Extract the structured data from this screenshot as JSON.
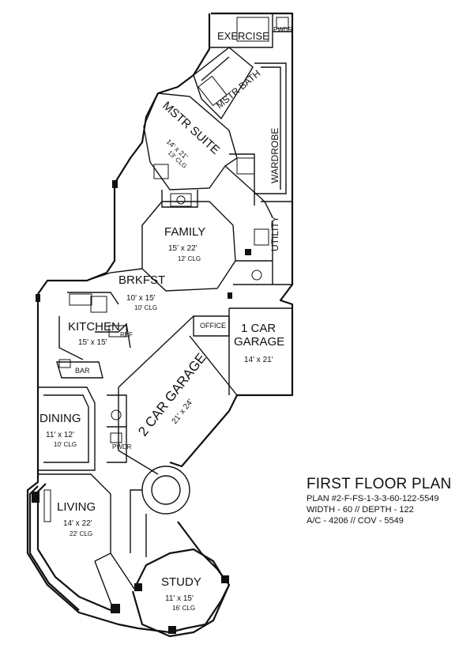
{
  "rooms": {
    "exercise": {
      "name": "EXERCISE"
    },
    "pwdr_top": {
      "name": "PWDR"
    },
    "mstr_bath": {
      "name": "MSTR BATH"
    },
    "mstr_suite": {
      "name": "MSTR SUITE",
      "size": "14' x 21'",
      "clg": "13' CLG"
    },
    "wardrobe": {
      "name": "WARDROBE"
    },
    "family": {
      "name": "FAMILY",
      "size": "15' x 22'",
      "clg": "12' CLG"
    },
    "utility": {
      "name": "UTILITY"
    },
    "brkfst": {
      "name": "BRKFST",
      "size": "10' x 15'",
      "clg": "10' CLG"
    },
    "kitchen": {
      "name": "KITCHEN",
      "size": "15' x 15'"
    },
    "ref": {
      "name": "REF"
    },
    "bar": {
      "name": "BAR"
    },
    "office": {
      "name": "OFFICE"
    },
    "garage1": {
      "name1": "1 CAR",
      "name2": "GARAGE",
      "size": "14' x 21'"
    },
    "garage2": {
      "name": "2 CAR GARAGE",
      "size": "21' x 24'"
    },
    "pwdr_bottom": {
      "name": "PWDR"
    },
    "dining": {
      "name": "DINING",
      "size": "11' x 12'",
      "clg": "10' CLG"
    },
    "living": {
      "name": "LIVING",
      "size": "14' x 22'",
      "clg": "22' CLG"
    },
    "study": {
      "name": "STUDY",
      "size": "11' x 15'",
      "clg": "16' CLG"
    }
  },
  "title_block": {
    "title": "FIRST FLOOR PLAN",
    "plan": "PLAN #2-F-FS-1-3-3-60-122-5549",
    "dimensions": "WIDTH - 60 // DEPTH - 122",
    "areas": "A/C - 4206 // COV - 5549"
  }
}
